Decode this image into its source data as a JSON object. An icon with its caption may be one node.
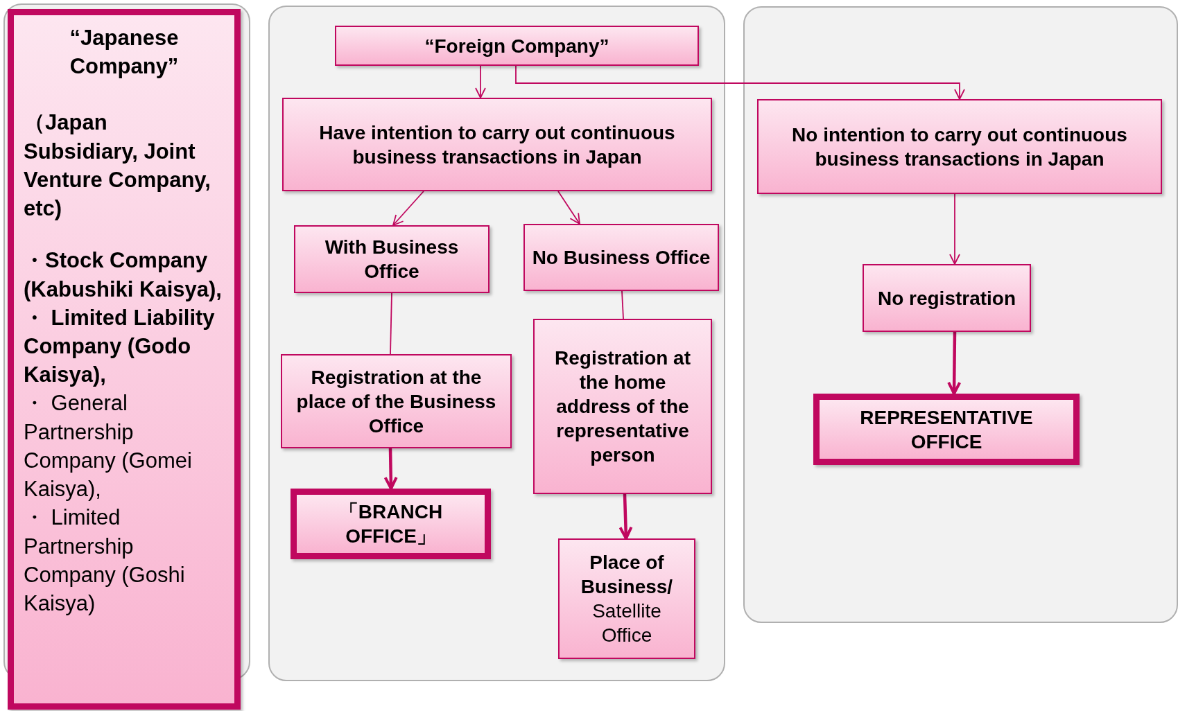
{
  "diagram": {
    "nodes": [
      {
        "text": [
          "“Japanese Company”",
          "（Japan Subsidiary, Joint Venture Company, etc)",
          "・Stock Company (Kabushiki Kaisya),",
          "・ Limited Liability Company (Godo Kaisya),",
          "・ General Partnership Company (Gomei Kaisya),",
          "・ Limited Partnership Company (Goshi Kaisya)"
        ]
      },
      {
        "text": [
          "“Foreign Company”"
        ]
      },
      {
        "text": [
          "Have intention to carry out continuous business transactions in Japan"
        ]
      },
      {
        "text": [
          "No intention to carry out continuous business transactions in Japan"
        ]
      },
      {
        "text": [
          "With Business Office"
        ]
      },
      {
        "text": [
          "No Business Office"
        ]
      },
      {
        "text": [
          "Registration at the place of the Business Office"
        ]
      },
      {
        "text": [
          "Registration at the home address of the representative person"
        ]
      },
      {
        "text": [
          "No registration"
        ]
      },
      {
        "text": [
          "「BRANCH OFFICE」"
        ]
      },
      {
        "text": [
          "Place of Business/",
          "Satellite Office"
        ]
      },
      {
        "text": [
          "REPRESENTATIVE OFFICE"
        ]
      }
    ],
    "edges": [
      {
        "from": 1,
        "to": 2,
        "arrow": "to"
      },
      {
        "from": 1,
        "to": 3,
        "arrow": "to"
      },
      {
        "from": 2,
        "to": 4,
        "arrow": "to"
      },
      {
        "from": 2,
        "to": 5,
        "arrow": "to"
      },
      {
        "from": 4,
        "to": 6,
        "arrow": "none"
      },
      {
        "from": 5,
        "to": 7,
        "arrow": "none"
      },
      {
        "from": 3,
        "to": 8,
        "arrow": "to"
      },
      {
        "from": 6,
        "to": 9,
        "arrow": "to",
        "style": "thick"
      },
      {
        "from": 7,
        "to": 10,
        "arrow": "to",
        "style": "thick"
      },
      {
        "from": 8,
        "to": 11,
        "arrow": "to",
        "style": "thick"
      }
    ]
  }
}
